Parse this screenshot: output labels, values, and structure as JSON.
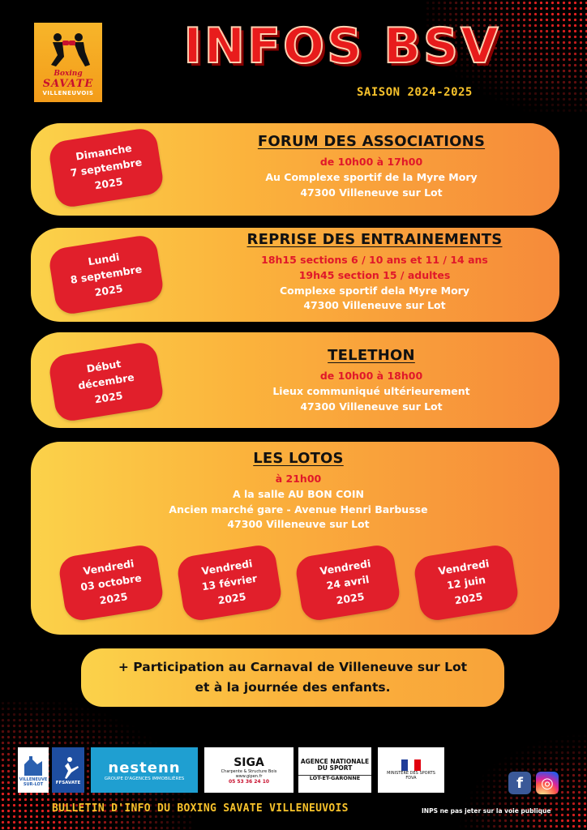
{
  "header": {
    "logo": {
      "line1": "Boxing",
      "line2": "SAVATE",
      "line3": "VILLENEUVOIS"
    },
    "title": "INFOS BSV",
    "season": "SAISON 2024-2025"
  },
  "events": [
    {
      "date": [
        "Dimanche",
        "7 septembre",
        "2025"
      ],
      "title": "FORUM DES ASSOCIATIONS",
      "red_lines": [
        "de 10h00 à 17h00"
      ],
      "white_lines": [
        "Au Complexe sportif de la Myre Mory",
        "47300 Villeneuve sur Lot"
      ]
    },
    {
      "date": [
        "Lundi",
        "8 septembre",
        "2025"
      ],
      "title": "REPRISE DES ENTRAINEMENTS",
      "red_lines": [
        "18h15 sections 6 / 10 ans et 11 / 14 ans",
        "19h45 section 15 / adultes"
      ],
      "white_lines": [
        "Complexe sportif dela Myre Mory",
        "47300 Villeneuve sur Lot"
      ]
    },
    {
      "date": [
        "Début",
        "décembre",
        "2025"
      ],
      "title": "TELETHON",
      "red_lines": [
        "de 10h00 à 18h00"
      ],
      "white_lines": [
        "Lieux communiqué ultérieurement",
        "47300 Villeneuve sur Lot"
      ]
    }
  ],
  "lotos": {
    "title": "LES LOTOS",
    "red_lines": [
      "à 21h00"
    ],
    "white_lines": [
      "A la salle AU BON COIN",
      "Ancien marché gare - Avenue Henri Barbusse",
      "47300 Villeneuve sur Lot"
    ],
    "dates": [
      [
        "Vendredi",
        "03 octobre",
        "2025"
      ],
      [
        "Vendredi",
        "13 février",
        "2025"
      ],
      [
        "Vendredi",
        "24 avril",
        "2025"
      ],
      [
        "Vendredi",
        "12 juin",
        "2025"
      ]
    ]
  },
  "extra": {
    "line1": "+ Participation au Carnaval de Villeneuve sur Lot",
    "line2": "et à la journée des enfants."
  },
  "partners": {
    "villeneuve": "VILLENEUVE SUR-LOT",
    "ffsavate": "FFSAVATE",
    "nestenn": {
      "name": "nestenn",
      "tagline": "GROUPE D'AGENCES IMMOBILIÈRES"
    },
    "siga": {
      "name": "SIGA",
      "tagline": "Charpente & Structure Bois",
      "site": "www.gipen.fr",
      "phone": "05 53 36 24 10"
    },
    "agence": {
      "name": "AGENCE NATIONALE DU SPORT",
      "sub": "LOT-ET-GARONNE"
    },
    "ministere": {
      "name": "MINISTÈRE DES SPORTS",
      "fdva": "FDVA"
    }
  },
  "social": {
    "facebook": "f",
    "instagram": "◎"
  },
  "footer": {
    "bulletin": "BULLETIN D'INFO DU BOXING SAVATE VILLENEUVOIS",
    "inps": "INPS ne pas jeter sur la voie publique"
  },
  "colors": {
    "accent_red": "#e11f2b",
    "card_start": "#fbd24a",
    "card_end": "#f68a3a",
    "gold_text": "#f7c22b"
  }
}
